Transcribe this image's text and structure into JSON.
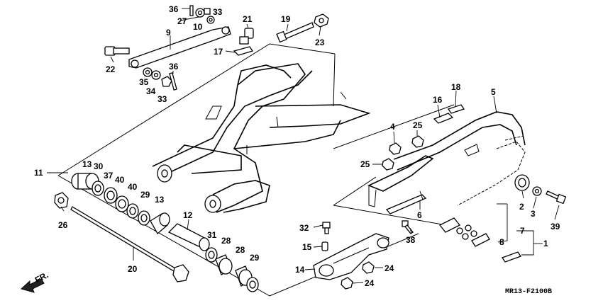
{
  "diagram_code": "MR13-F2100B",
  "front_arrow_label": "FR.",
  "labels": {
    "p1": "1",
    "p2": "2",
    "p3": "3",
    "p4": "4",
    "p5": "5",
    "p6": "6",
    "p7": "7",
    "p8": "8",
    "p9": "9",
    "p10": "10",
    "p11": "11",
    "p12": "12",
    "p13a": "13",
    "p13b": "13",
    "p14": "14",
    "p15": "15",
    "p16": "16",
    "p17": "17",
    "p18": "18",
    "p19": "19",
    "p20": "20",
    "p21": "21",
    "p22": "22",
    "p23": "23",
    "p24a": "24",
    "p24b": "24",
    "p25a": "25",
    "p25b": "25",
    "p26": "26",
    "p27": "27",
    "p28a": "28",
    "p28b": "28",
    "p29a": "29",
    "p29b": "29",
    "p30": "30",
    "p31": "31",
    "p32": "32",
    "p33a": "33",
    "p33b": "33",
    "p34": "34",
    "p35": "35",
    "p36a": "36",
    "p36b": "36",
    "p37": "37",
    "p38": "38",
    "p39": "39",
    "p40a": "40",
    "p40b": "40"
  }
}
